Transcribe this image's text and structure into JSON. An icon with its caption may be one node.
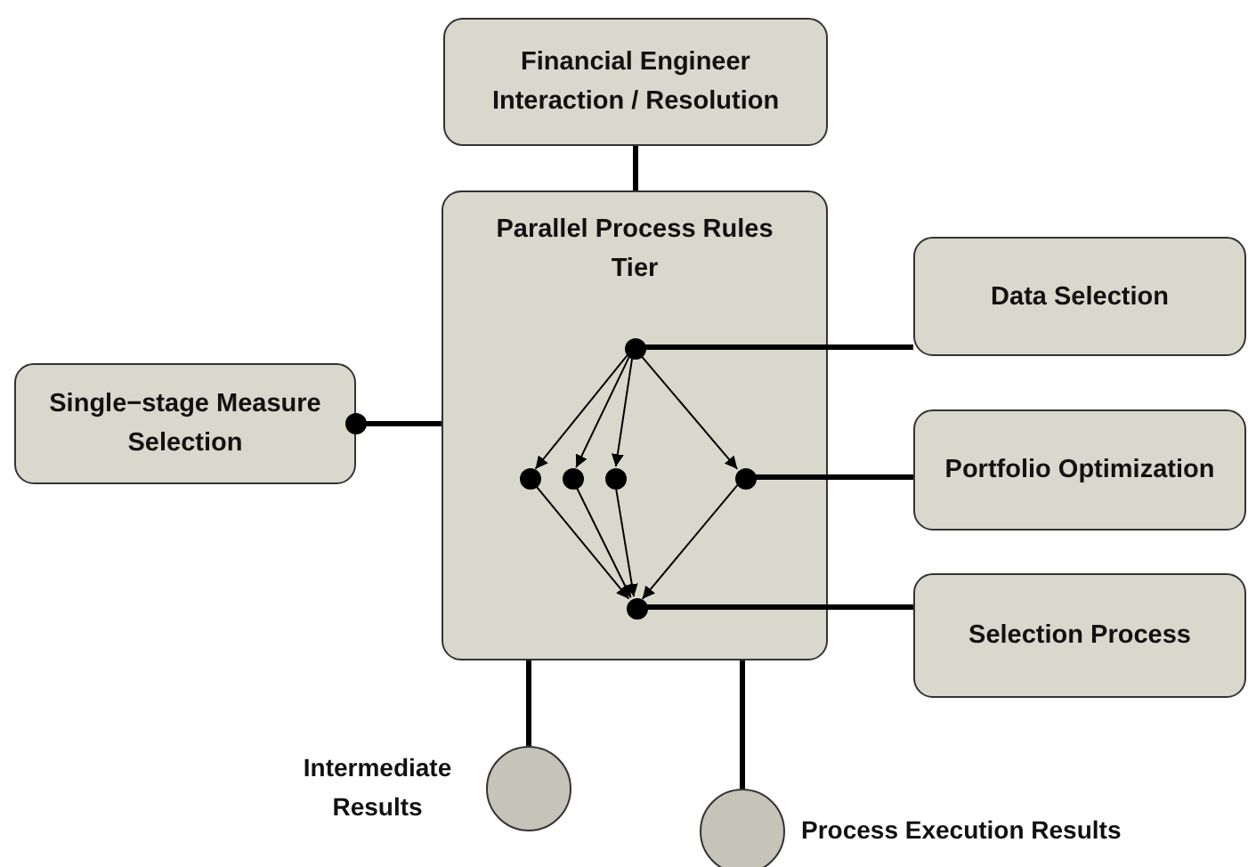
{
  "diagram": {
    "nodes": [
      {
        "text": [
          "Financial Engineer Interaction / Resolution"
        ]
      },
      {
        "text": [
          "Parallel Process Rules Tier"
        ]
      },
      {
        "text": [],
        "shape": "circle",
        "in": 1
      },
      {
        "text": [],
        "shape": "circle",
        "in": 1
      },
      {
        "text": [],
        "shape": "circle",
        "in": 1
      },
      {
        "text": [],
        "shape": "circle",
        "in": 1
      },
      {
        "text": [],
        "shape": "circle",
        "in": 1
      },
      {
        "text": [],
        "shape": "circle",
        "in": 1
      },
      {
        "text": [
          "Data Selection"
        ]
      },
      {
        "text": [
          "Portfolio Optimization"
        ]
      },
      {
        "text": [
          "Selection Process"
        ]
      },
      {
        "text": [
          "Single−stage Measure Selection"
        ]
      },
      {
        "text": [],
        "shape": "circle",
        "beside": [
          "Intermediate Results"
        ]
      },
      {
        "text": [],
        "shape": "circle",
        "beside": [
          "Process Execution Results"
        ]
      }
    ],
    "edges": [
      {
        "from": 0,
        "to": 1,
        "arrow": "none",
        "style": "thick"
      },
      {
        "from": 2,
        "to": 3,
        "arrow": "to"
      },
      {
        "from": 2,
        "to": 4,
        "arrow": "to"
      },
      {
        "from": 2,
        "to": 5,
        "arrow": "to"
      },
      {
        "from": 2,
        "to": 6,
        "arrow": "to"
      },
      {
        "from": 3,
        "to": 7,
        "arrow": "to"
      },
      {
        "from": 4,
        "to": 7,
        "arrow": "to"
      },
      {
        "from": 5,
        "to": 7,
        "arrow": "to"
      },
      {
        "from": 6,
        "to": 7,
        "arrow": "to"
      },
      {
        "from": 2,
        "to": 8,
        "arrow": "none",
        "style": "thick"
      },
      {
        "from": 6,
        "to": 9,
        "arrow": "none",
        "style": "thick"
      },
      {
        "from": 7,
        "to": 10,
        "arrow": "none",
        "style": "thick"
      },
      {
        "from": 11,
        "to": 1,
        "arrow": "other",
        "style": "thick"
      },
      {
        "from": 1,
        "to": 12,
        "arrow": "none",
        "style": "thick"
      },
      {
        "from": 1,
        "to": 13,
        "arrow": "none",
        "style": "thick"
      }
    ]
  }
}
